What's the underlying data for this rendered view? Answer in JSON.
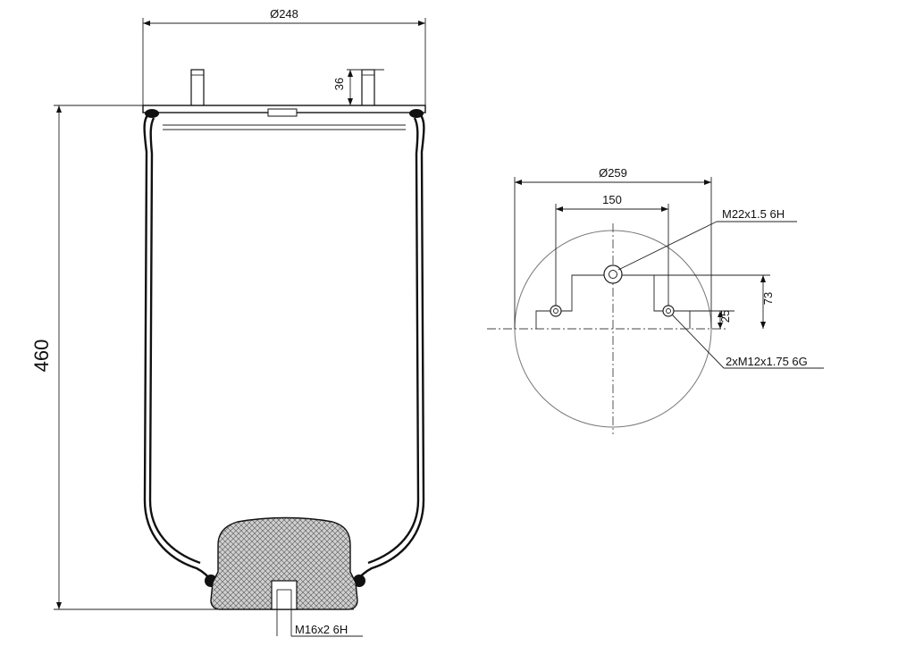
{
  "side_view": {
    "top_diameter": "Ø248",
    "stud_height": "36",
    "overall_height": "460",
    "bottom_thread": "M16x2 6H"
  },
  "top_view": {
    "diameter": "Ø259",
    "stud_spacing": "150",
    "center_thread": "M22x1.5 6H",
    "offset_large": "73",
    "offset_small": "25",
    "side_threads": "2xM12x1.75 6G"
  }
}
